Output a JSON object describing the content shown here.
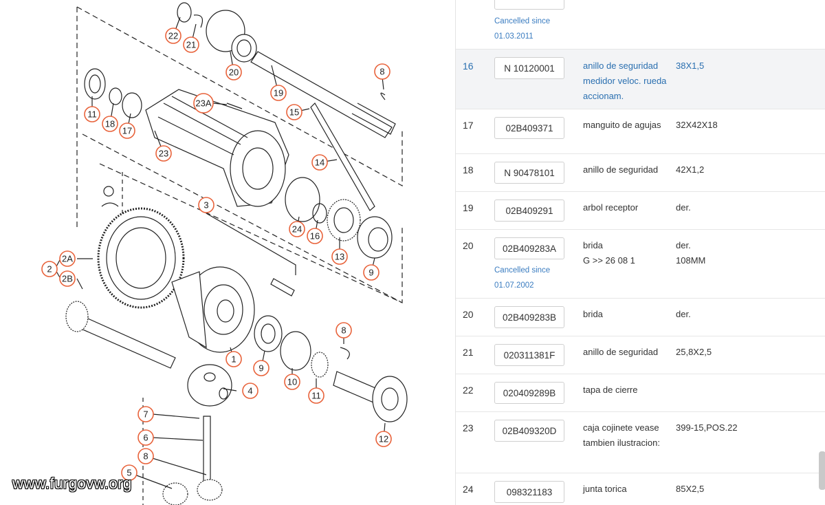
{
  "diagram": {
    "watermark": "www.furgovw.org",
    "callouts": [
      "22",
      "21",
      "20",
      "8",
      "19",
      "11",
      "18",
      "17",
      "23A",
      "15",
      "23",
      "14",
      "24",
      "16",
      "3",
      "13",
      "9",
      "2A",
      "2",
      "2B",
      "1",
      "9",
      "10",
      "11",
      "8",
      "4",
      "12",
      "7",
      "6",
      "8",
      "5"
    ]
  },
  "table": {
    "top_cancel": {
      "label": "Cancelled since",
      "date": "01.03.2011"
    },
    "rows": [
      {
        "pos": "16",
        "part": "N 10120001",
        "desc": "anillo de seguridad medidor veloc. rueda accionam.",
        "info": "38X1,5"
      },
      {
        "pos": "17",
        "part": "02B409371",
        "desc": "manguito de agujas",
        "info": "32X42X18"
      },
      {
        "pos": "18",
        "part": "N 90478101",
        "desc": "anillo de seguridad",
        "info": "42X1,2"
      },
      {
        "pos": "19",
        "part": "02B409291",
        "desc": "arbol receptor",
        "info": "der."
      },
      {
        "pos": "20",
        "part": "02B409283A",
        "desc": "brida\nG >> 26 08 1",
        "info": "der.\n108MM",
        "cancel_label": "Cancelled since",
        "cancel_date": "01.07.2002"
      },
      {
        "pos": "20",
        "part": "02B409283B",
        "desc": "brida",
        "info": "der."
      },
      {
        "pos": "21",
        "part": "020311381F",
        "desc": "anillo de seguridad",
        "info": "25,8X2,5"
      },
      {
        "pos": "22",
        "part": "020409289B",
        "desc": "tapa de cierre",
        "info": ""
      },
      {
        "pos": "23",
        "part": "02B409320D",
        "desc": "caja cojinete vease tambien ilustracion:",
        "info": "399-15,POS.22"
      },
      {
        "pos": "24",
        "part": "098321183",
        "desc": "junta torica",
        "info": "85X2,5"
      }
    ]
  }
}
